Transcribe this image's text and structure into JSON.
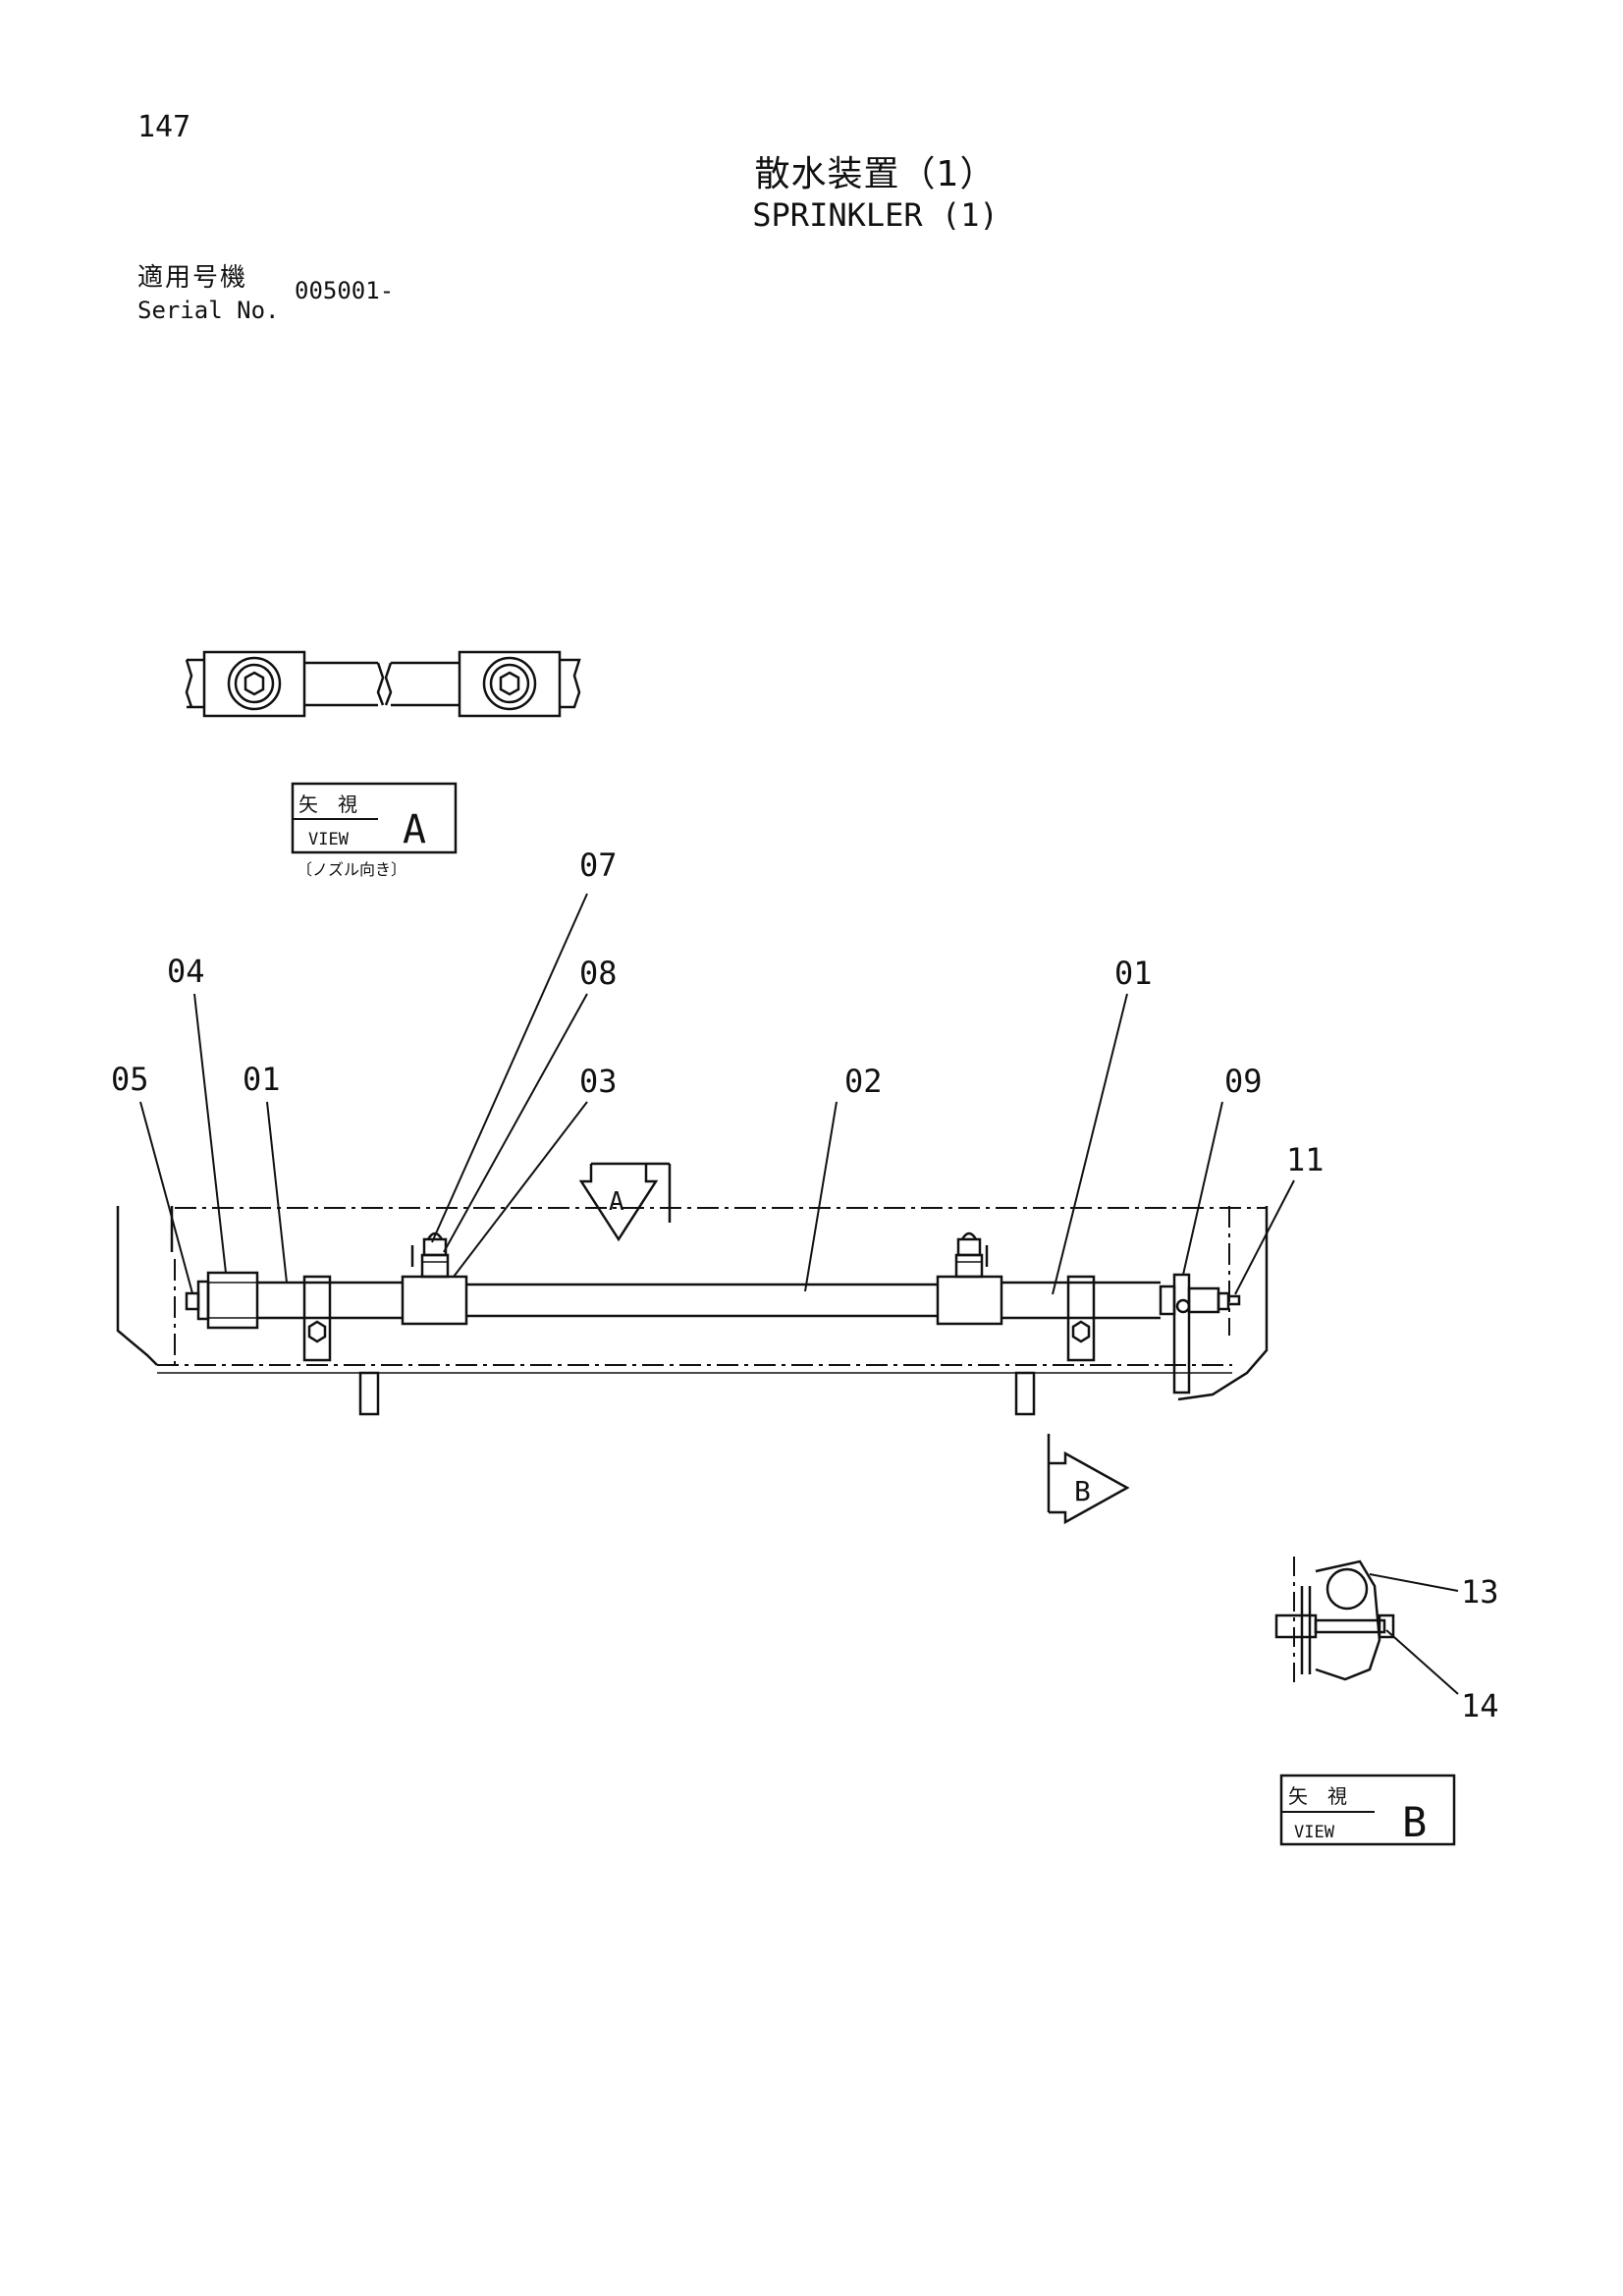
{
  "page": {
    "number": "147"
  },
  "title": {
    "jp": "散水装置（1）",
    "en": "SPRINKLER (1)"
  },
  "serial": {
    "label_jp": "適用号機",
    "label_en": "Serial No.",
    "value": "005001-"
  },
  "view_a": {
    "jp": "矢　視",
    "en": "VIEW",
    "letter": "A",
    "note": "〔ノズル向き〕"
  },
  "view_b": {
    "jp": "矢　視",
    "en": "VIEW",
    "letter": "B"
  },
  "section_marks": {
    "a": "A",
    "b": "B"
  },
  "callouts": [
    "07",
    "04",
    "08",
    "01",
    "05",
    "01",
    "03",
    "02",
    "09",
    "11",
    "13",
    "14"
  ]
}
